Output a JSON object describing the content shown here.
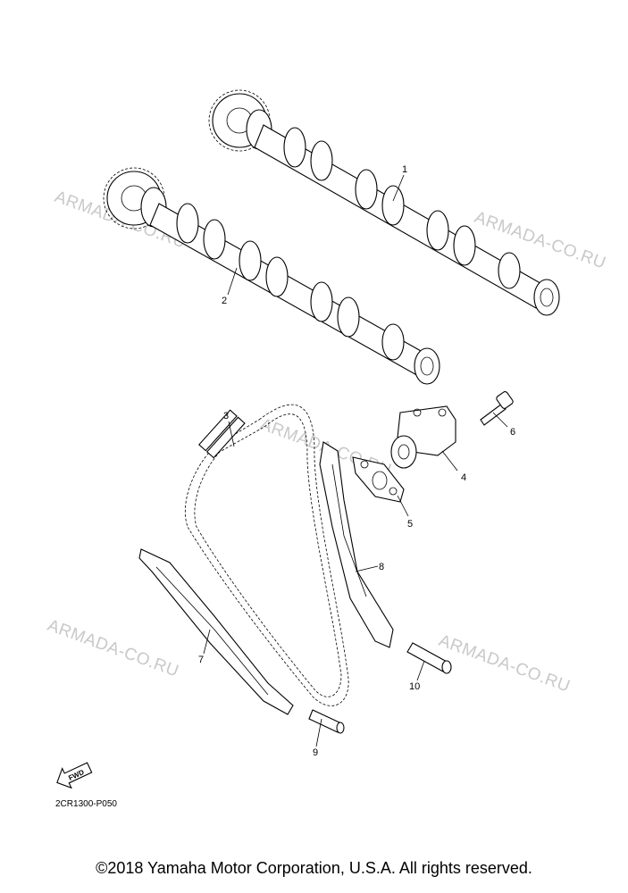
{
  "watermark": "ARMADA-CO.RU",
  "diagram_code": "2CR1300-P050",
  "fwd_label": "FWD",
  "copyright": "©2018 Yamaha Motor Corporation, U.S.A. All rights reserved.",
  "parts": [
    {
      "number": "1"
    },
    {
      "number": "2"
    },
    {
      "number": "3"
    },
    {
      "number": "4"
    },
    {
      "number": "5"
    },
    {
      "number": "6"
    },
    {
      "number": "7"
    },
    {
      "number": "8"
    },
    {
      "number": "9"
    },
    {
      "number": "10"
    }
  ]
}
